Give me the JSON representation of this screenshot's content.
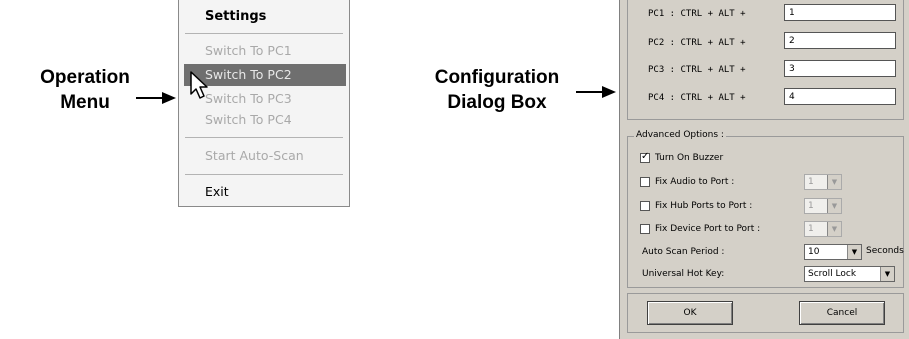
{
  "labels": {
    "operation_line1": "Operation",
    "operation_line2": "Menu",
    "config_line1": "Configuration",
    "config_line2": "Dialog Box"
  },
  "menu": {
    "header": "Settings",
    "items": [
      {
        "label": "Switch To PC1"
      },
      {
        "label": "Switch To PC2"
      },
      {
        "label": "Switch To PC3"
      },
      {
        "label": "Switch To PC4"
      }
    ],
    "auto_scan": "Start Auto-Scan",
    "exit": "Exit"
  },
  "dialog": {
    "hotkeys": [
      {
        "label": "PC1 : CTRL + ALT +",
        "value": "1"
      },
      {
        "label": "PC2 : CTRL + ALT +",
        "value": "2"
      },
      {
        "label": "PC3 : CTRL + ALT +",
        "value": "3"
      },
      {
        "label": "PC4 : CTRL + ALT +",
        "value": "4"
      }
    ],
    "advanced": {
      "legend": "Advanced Options :",
      "buzzer": {
        "label": "Turn On Buzzer",
        "checked": true
      },
      "fix_audio": {
        "label": "Fix Audio to Port :",
        "value": "1"
      },
      "fix_hub": {
        "label": "Fix  Hub Ports to Port :",
        "value": "1"
      },
      "fix_device": {
        "label": "Fix Device Port to  Port :",
        "value": "1"
      },
      "auto_scan": {
        "label": "Auto Scan Period :",
        "value": "10",
        "unit": "Seconds"
      },
      "hotkey": {
        "label": "Universal Hot Key:",
        "value": "Scroll Lock"
      }
    },
    "ok": "OK",
    "cancel": "Cancel"
  },
  "icons": {
    "checkmark": "✓",
    "dropdown": "▼"
  }
}
